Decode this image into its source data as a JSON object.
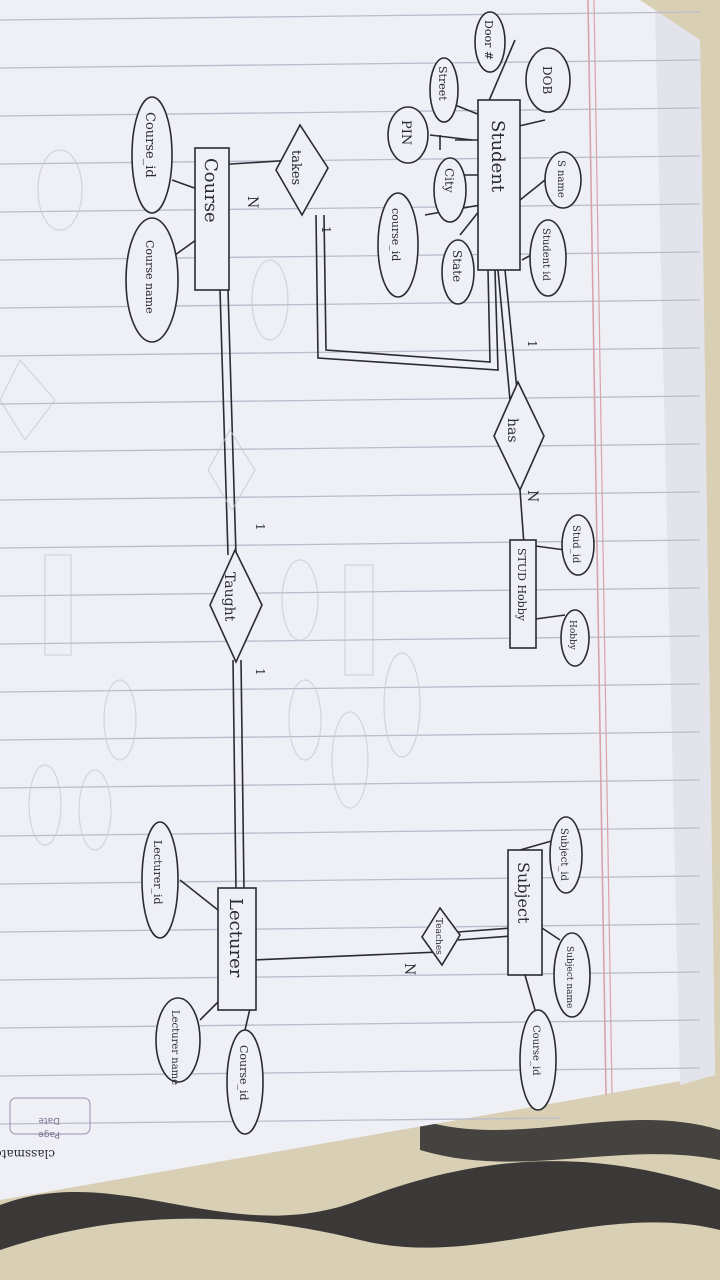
{
  "diagram": {
    "entities": {
      "student": "Student",
      "course": "Course",
      "stud_hobby": "STUD Hobby",
      "subject": "Subject",
      "lecturer": "Lecturer"
    },
    "relationships": {
      "has": "has",
      "takes": "takes",
      "taught": "Taught",
      "teaches": "Teaches"
    },
    "attributes": {
      "student": [
        "DOB",
        "Door #",
        "Street",
        "PIN",
        "City",
        "State",
        "S name",
        "Student id",
        "course_id"
      ],
      "course": [
        "Course_id",
        "Course name"
      ],
      "stud_hobby": [
        "Stud_id",
        "Hobby"
      ],
      "subject": [
        "Subject_id",
        "Subject name",
        "Course_id"
      ],
      "lecturer": [
        "Lecturer_id",
        "Lecturer name",
        "Course_id"
      ]
    },
    "cardinalities": {
      "takes_student": "1",
      "takes_course": "N",
      "has_student": "1",
      "has_hobby": "N",
      "taught_course": "1",
      "taught_lecturer": "1",
      "teaches_lecturer": "N"
    }
  },
  "notebook": {
    "brand": "classmate",
    "date_label": "Date",
    "page_label": "Page"
  },
  "colors": {
    "paper": "#efeff6",
    "rule_line": "#b9bccb",
    "margin_line": "#d9a3ab",
    "ink": "#2b2b33",
    "carpet": "#d8cfb4"
  }
}
